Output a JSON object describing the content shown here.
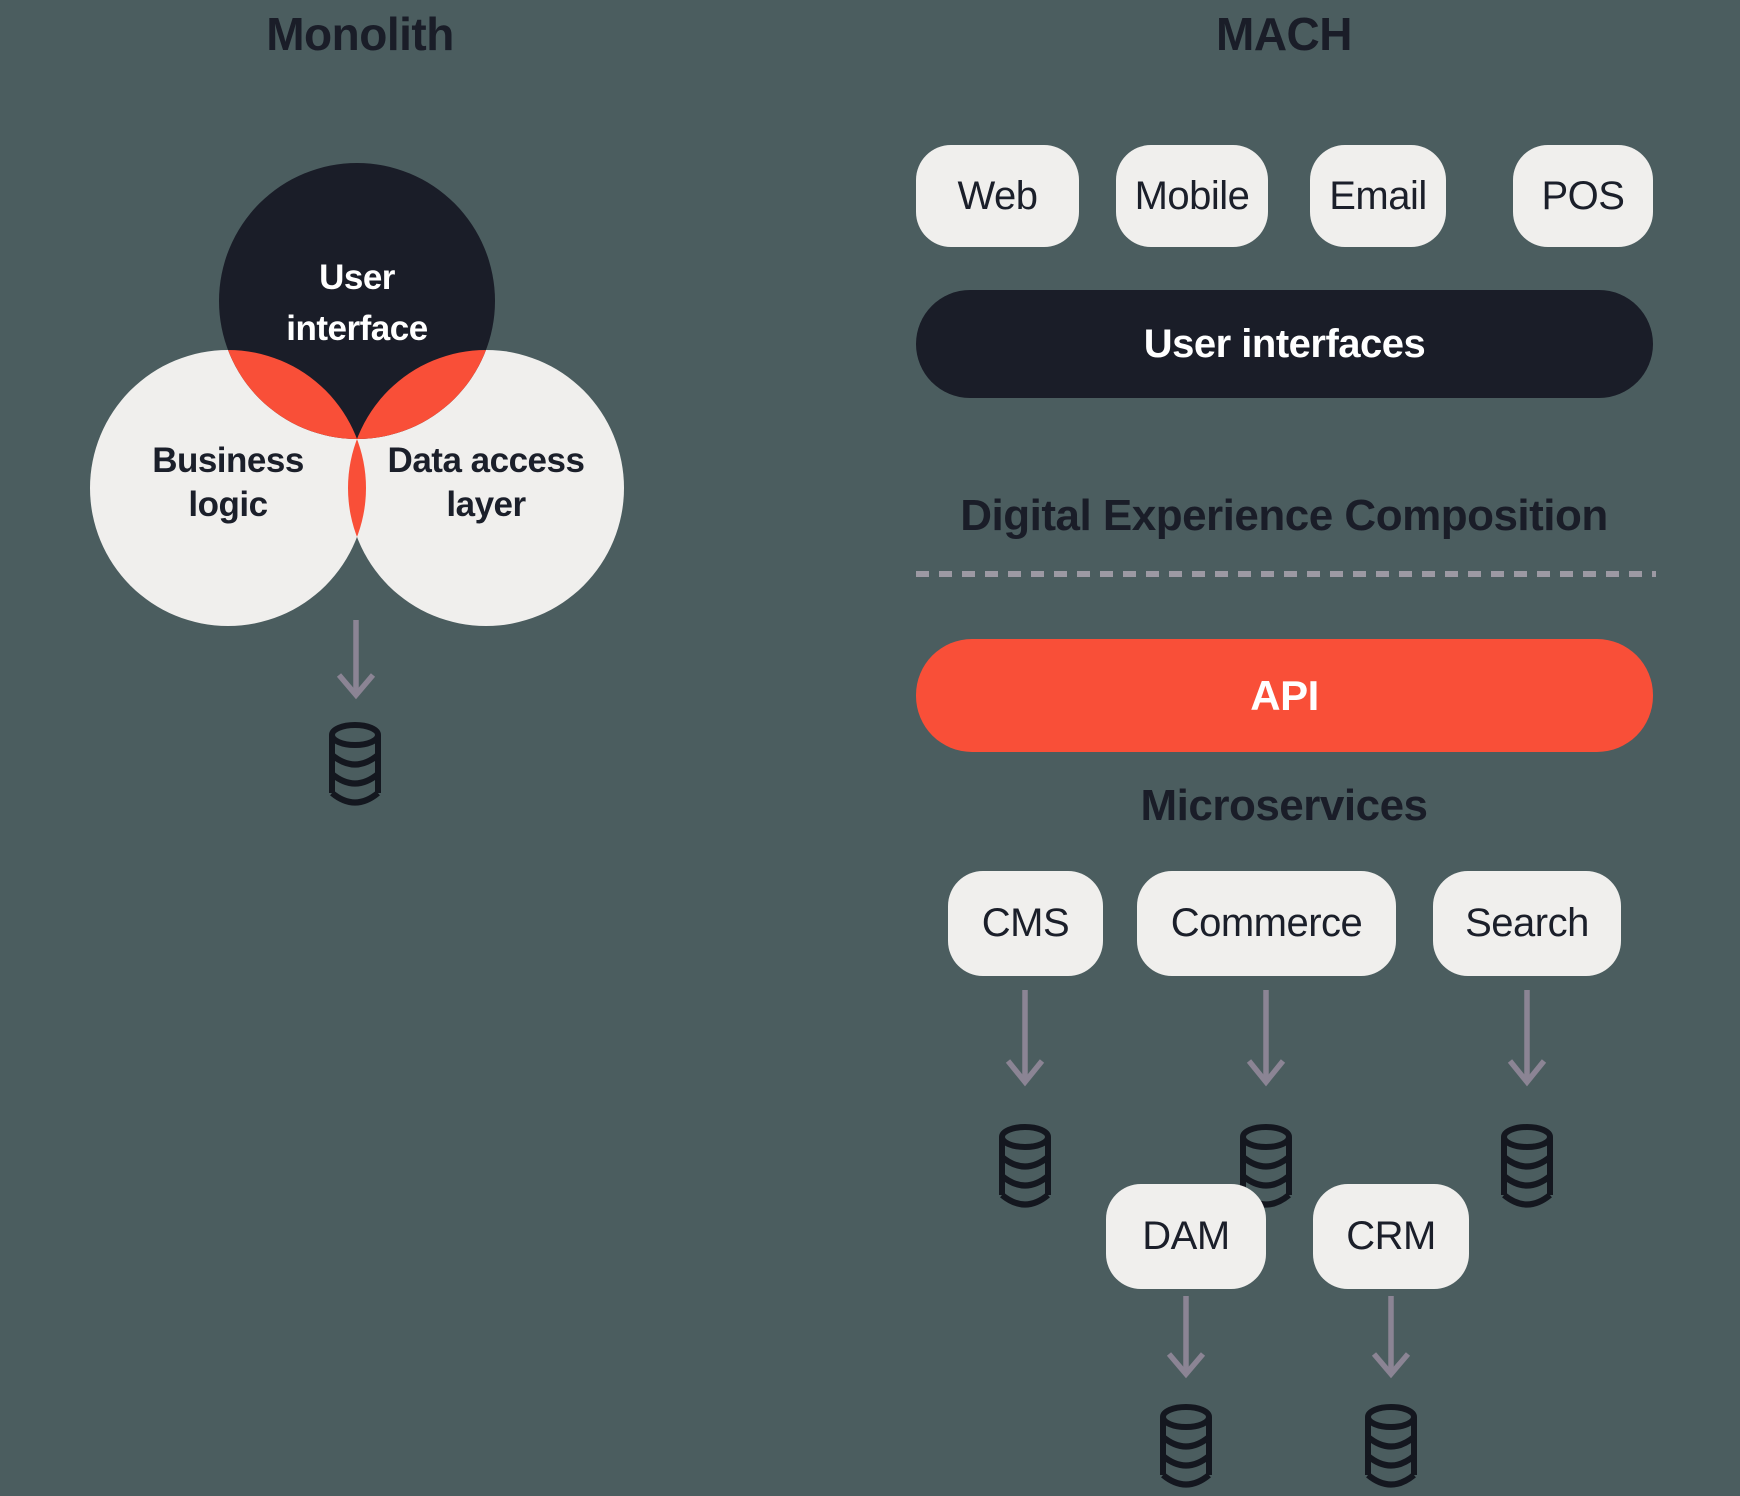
{
  "colors": {
    "background": "#4B5D5F",
    "dark_navy": "#1A1D28",
    "accent_red": "#F94F38",
    "pill_background": "#F0EFED",
    "pill_text": "#1B1F2A",
    "arrow_gray": "#8B8494",
    "dash_gray": "#9C99A3",
    "database_outline": "#14171F",
    "white": "#FFFFFF"
  },
  "monolith": {
    "title": "Monolith",
    "venn_top_line1": "User",
    "venn_top_line2": "interface",
    "venn_left_line1": "Business",
    "venn_left_line2": "logic",
    "venn_right_line1": "Data access",
    "venn_right_line2": "layer"
  },
  "mach": {
    "title": "MACH",
    "channels": [
      "Web",
      "Mobile",
      "Email",
      "POS"
    ],
    "user_interfaces": "User interfaces",
    "dxc": "Digital Experience Composition",
    "api": "API",
    "microservices": "Microservices",
    "services": [
      "CMS",
      "Commerce",
      "Search"
    ],
    "subservices": [
      "DAM",
      "CRM"
    ]
  }
}
